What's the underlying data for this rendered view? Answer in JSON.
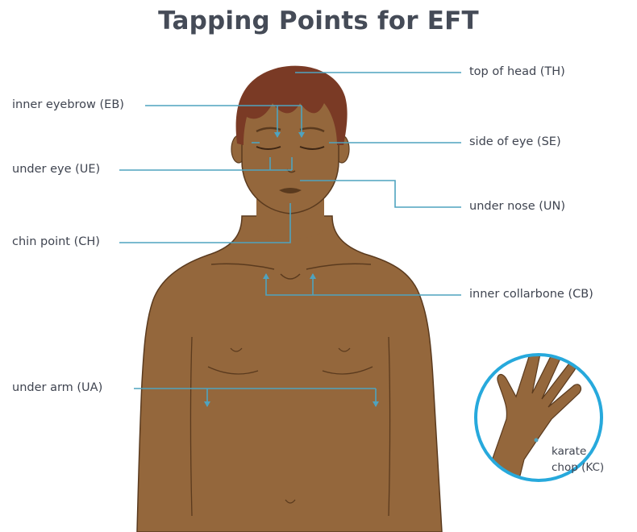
{
  "title": "Tapping Points for EFT",
  "points": {
    "TH": "top of head (TH)",
    "EB": "inner eyebrow (EB)",
    "SE": "side of eye (SE)",
    "UE": "under eye (UE)",
    "UN": "under nose (UN)",
    "CH": "chin point (CH)",
    "CB": "inner collarbone (CB)",
    "UA": "under arm (UA)",
    "KC_line1": "karate",
    "KC_line2": "chop (KC)"
  },
  "colors": {
    "skin": "#94673c",
    "skin_dark": "#5a3a1e",
    "hair": "#7a3a25",
    "leader": "#4fa3bf",
    "circle": "#27a9dc",
    "text": "#3f4450"
  }
}
